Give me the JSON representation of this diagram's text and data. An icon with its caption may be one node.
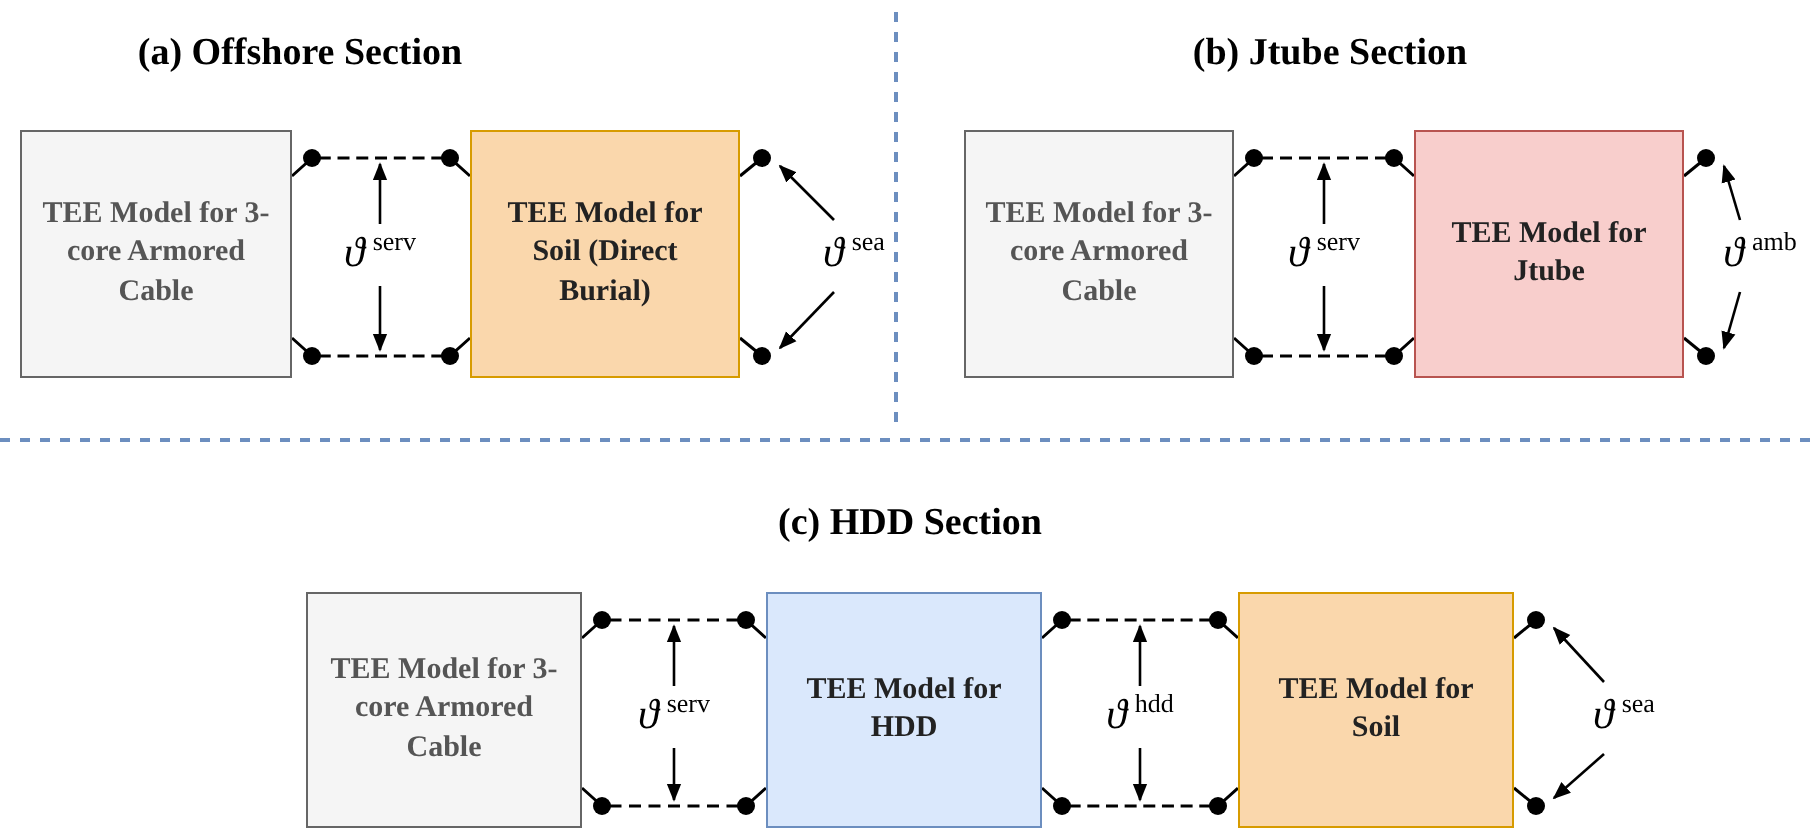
{
  "diagram": {
    "nodes": [
      {
        "text": [
          "TEE Model for 3-core Armored Cable"
        ]
      },
      {
        "text": [
          "TEE Model for Soil (Direct Burial)"
        ]
      },
      {
        "text": [
          "TEE Model for 3-core Armored Cable"
        ]
      },
      {
        "text": [
          "TEE Model for Jtube"
        ]
      },
      {
        "text": [
          "TEE Model for 3-core Armored Cable"
        ]
      },
      {
        "text": [
          "TEE Model for HDD"
        ]
      },
      {
        "text": [
          "TEE Model for Soil"
        ]
      }
    ],
    "edges": [
      {
        "from": 0,
        "to": 1,
        "arrow": "none",
        "style": "dashed"
      },
      {
        "from": 0,
        "to": 1,
        "arrow": "none",
        "style": "dashed"
      },
      {
        "from": 1,
        "to": null,
        "arrow": "other"
      },
      {
        "from": 1,
        "to": null,
        "arrow": "other"
      },
      {
        "from": 2,
        "to": 3,
        "arrow": "none",
        "style": "dashed"
      },
      {
        "from": 2,
        "to": 3,
        "arrow": "none",
        "style": "dashed"
      },
      {
        "from": 3,
        "to": null,
        "arrow": "other"
      },
      {
        "from": 3,
        "to": null,
        "arrow": "other"
      },
      {
        "from": 4,
        "to": 5,
        "arrow": "none",
        "style": "dashed"
      },
      {
        "from": 4,
        "to": 5,
        "arrow": "none",
        "style": "dashed"
      },
      {
        "from": 5,
        "to": 6,
        "arrow": "none",
        "style": "dashed"
      },
      {
        "from": 5,
        "to": 6,
        "arrow": "none",
        "style": "dashed"
      },
      {
        "from": 6,
        "to": null,
        "arrow": "other"
      },
      {
        "from": 6,
        "to": null,
        "arrow": "other"
      }
    ],
    "labels": [
      "(a) Offshore Section",
      "(b) Jtube Section",
      "ϑ$^{serv}$",
      "ϑ$^{sea}$",
      "ϑ$^{serv}$",
      "ϑ$^{amb}$",
      "(c) HDD Section",
      "ϑ$^{serv}$",
      "ϑ$^{hdd}$",
      "ϑ$^{sea}$"
    ]
  }
}
